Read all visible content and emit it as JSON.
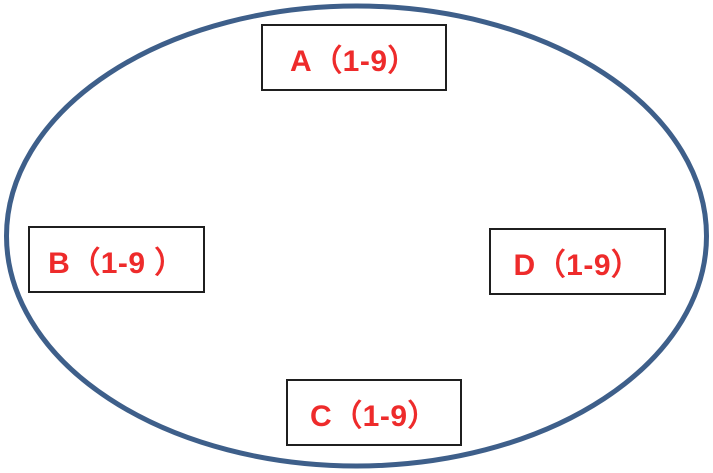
{
  "colors": {
    "ring_stroke": "#3e5f8a",
    "node_text": "#ee2b2b",
    "node_border": "#1f1f1f"
  },
  "nodes": {
    "a": {
      "label": "A（1-9）"
    },
    "b": {
      "label": "B（1-9 ）"
    },
    "c": {
      "label": "C（1-9）"
    },
    "d": {
      "label": "D（1-9）"
    }
  }
}
